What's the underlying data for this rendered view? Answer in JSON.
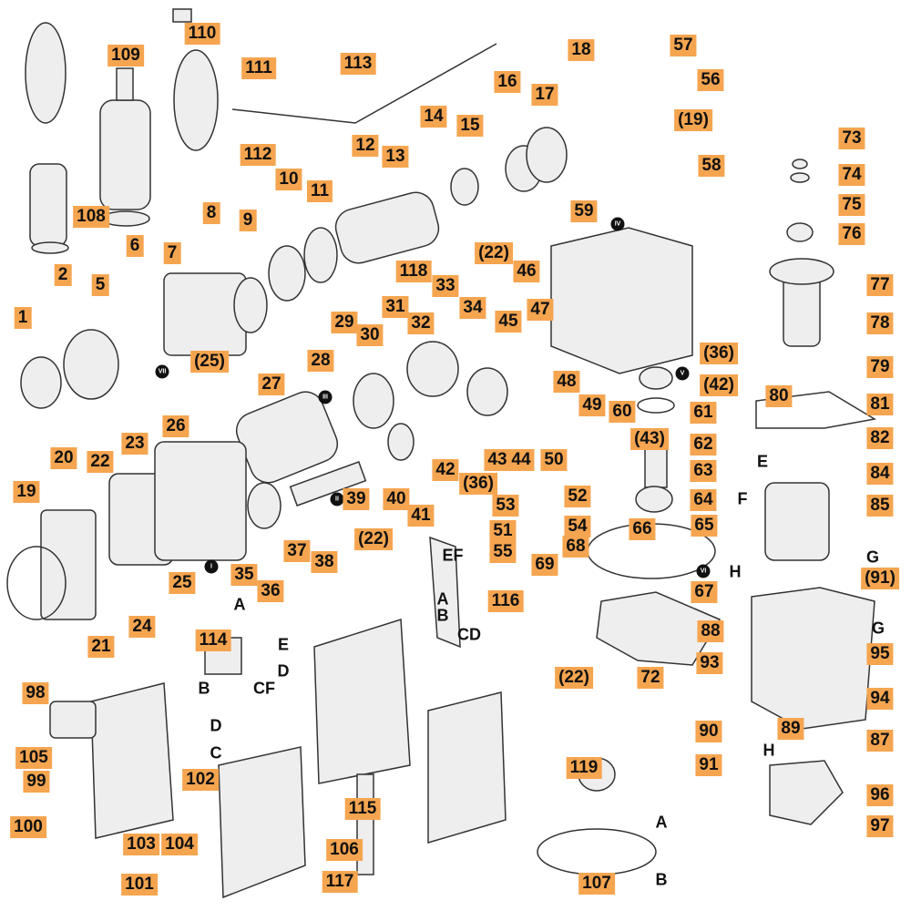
{
  "colors": {
    "callout": "#f5a550",
    "line": "#333333",
    "part": "#e6e6e6"
  },
  "callouts": [
    "110",
    "109",
    "111",
    "113",
    "18",
    "57",
    "56",
    "16",
    "17",
    "(19)",
    "14",
    "15",
    "12",
    "73",
    "58",
    "13",
    "10",
    "11",
    "74",
    "112",
    "75",
    "108",
    "8",
    "9",
    "59",
    "76",
    "6",
    "7",
    "(22)",
    "46",
    "118",
    "33",
    "2",
    "5",
    "77",
    "34",
    "31",
    "32",
    "29",
    "30",
    "47",
    "45",
    "78",
    "1",
    "(36)",
    "28",
    "27",
    "79",
    "(42)",
    "48",
    "80",
    "60",
    "49",
    "81",
    "(25)",
    "26",
    "61",
    "(43)",
    "62",
    "20",
    "22",
    "23",
    "50",
    "43",
    "44",
    "42",
    "82",
    "84",
    "63",
    "64",
    "52",
    "(36)",
    "39",
    "40",
    "41",
    "19",
    "53",
    "85",
    "51",
    "54",
    "66",
    "65",
    "68",
    "55",
    "69",
    "(22)",
    "37",
    "38",
    "24",
    "25",
    "35",
    "36",
    "67",
    "(91)",
    "116",
    "88",
    "21",
    "114",
    "(22)",
    "72",
    "93",
    "95",
    "98",
    "94",
    "90",
    "89",
    "87",
    "105",
    "102",
    "99",
    "119",
    "91",
    "96",
    "115",
    "100",
    "103",
    "104",
    "106",
    "97",
    "101",
    "117",
    "107"
  ],
  "letters": [
    "G",
    "H",
    "E",
    "F",
    "EF",
    "A",
    "B",
    "CD",
    "G",
    "A",
    "E",
    "D",
    "B",
    "CF",
    "D",
    "C",
    "H",
    "A",
    "B"
  ],
  "numerals": [
    "IV",
    "V",
    "VI",
    "VII",
    "III",
    "II",
    "I"
  ]
}
